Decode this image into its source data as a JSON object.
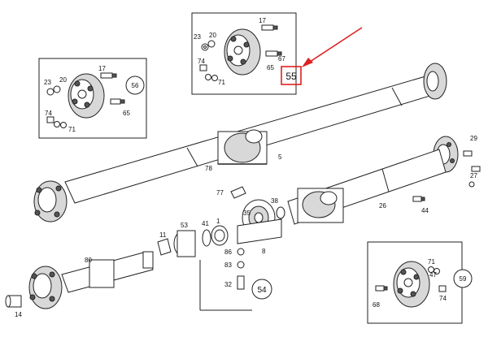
{
  "diagram": {
    "callouts": {
      "insert_top": [
        "23",
        "20",
        "17",
        "74",
        "67",
        "65",
        "71"
      ],
      "insert_left": [
        "17",
        "23",
        "20",
        "74",
        "71",
        "65"
      ],
      "insert_bottom_right": [
        "71",
        "47",
        "74",
        "68"
      ],
      "main": [
        "5",
        "29",
        "27",
        "78",
        "77",
        "38",
        "35",
        "26",
        "44",
        "11",
        "53",
        "41",
        "1",
        "86",
        "83",
        "80",
        "32",
        "8",
        "14"
      ]
    },
    "groups": {
      "insert_top_id": "55",
      "insert_left_id": "56",
      "insert_bottom_right_id": "59",
      "bracket_group_id": "54"
    },
    "highlight_color": "#e02020"
  }
}
